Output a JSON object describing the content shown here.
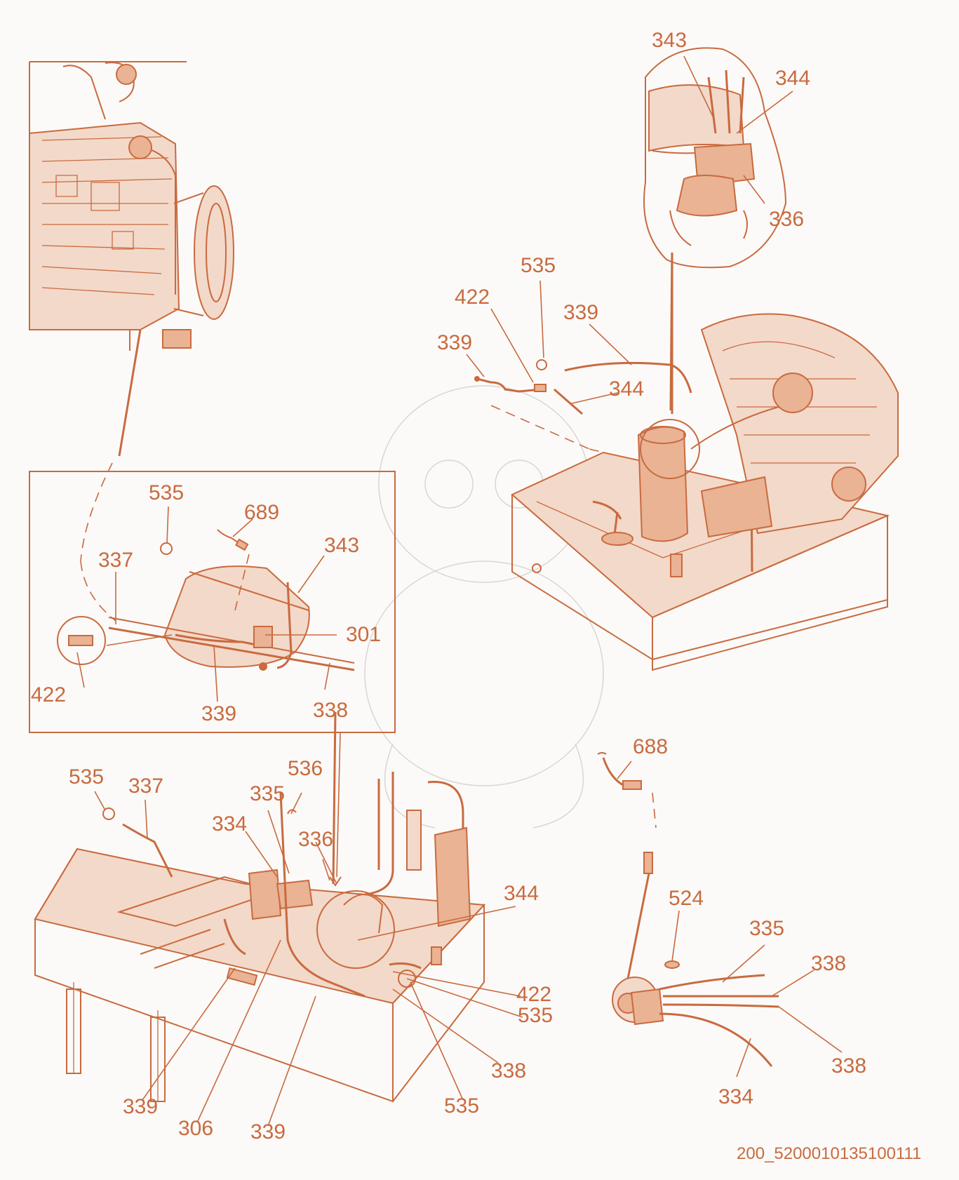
{
  "drawing_id": "200_5200010135100111",
  "colors": {
    "line": "#c96a3f",
    "background": "#fbfaf8"
  },
  "callouts": [
    {
      "id": "c-343-top",
      "text": "343"
    },
    {
      "id": "c-344-top",
      "text": "344"
    },
    {
      "id": "c-336-top",
      "text": "336"
    },
    {
      "id": "c-535-tr",
      "text": "535"
    },
    {
      "id": "c-422-tr",
      "text": "422"
    },
    {
      "id": "c-339-tr-a",
      "text": "339"
    },
    {
      "id": "c-339-tr-b",
      "text": "339"
    },
    {
      "id": "c-344-tr",
      "text": "344"
    },
    {
      "id": "c-535-inset",
      "text": "535"
    },
    {
      "id": "c-689",
      "text": "689"
    },
    {
      "id": "c-337-inset",
      "text": "337"
    },
    {
      "id": "c-343-inset",
      "text": "343"
    },
    {
      "id": "c-301",
      "text": "301"
    },
    {
      "id": "c-422-inset",
      "text": "422"
    },
    {
      "id": "c-339-inset",
      "text": "339"
    },
    {
      "id": "c-338-inset",
      "text": "338"
    },
    {
      "id": "c-688",
      "text": "688"
    },
    {
      "id": "c-524",
      "text": "524"
    },
    {
      "id": "c-335-br",
      "text": "335"
    },
    {
      "id": "c-338-br-a",
      "text": "338"
    },
    {
      "id": "c-338-br-b",
      "text": "338"
    },
    {
      "id": "c-334-br",
      "text": "334"
    },
    {
      "id": "c-535-bl",
      "text": "535"
    },
    {
      "id": "c-337-bl",
      "text": "337"
    },
    {
      "id": "c-536",
      "text": "536"
    },
    {
      "id": "c-335-bl",
      "text": "335"
    },
    {
      "id": "c-334-bl",
      "text": "334"
    },
    {
      "id": "c-336-bl",
      "text": "336"
    },
    {
      "id": "c-344-bl",
      "text": "344"
    },
    {
      "id": "c-422-bl",
      "text": "422"
    },
    {
      "id": "c-535-bl-b",
      "text": "535"
    },
    {
      "id": "c-338-bl",
      "text": "338"
    },
    {
      "id": "c-535-bl-c",
      "text": "535"
    },
    {
      "id": "c-339-bl-a",
      "text": "339"
    },
    {
      "id": "c-306",
      "text": "306"
    },
    {
      "id": "c-339-bl-b",
      "text": "339"
    }
  ]
}
